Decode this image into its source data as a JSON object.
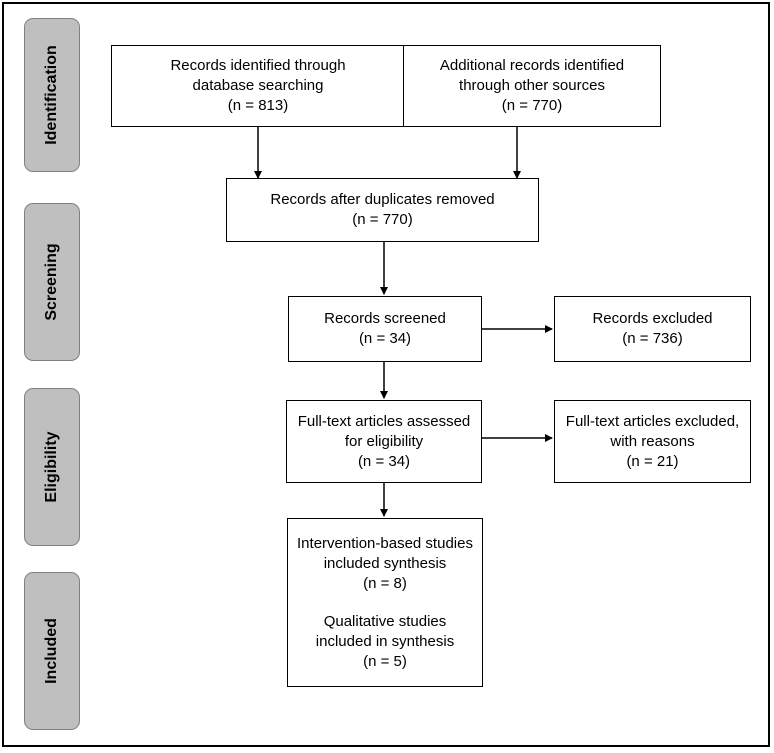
{
  "phases": {
    "identification": "Identification",
    "screening": "Screening",
    "eligibility": "Eligibility",
    "included": "Included"
  },
  "boxes": {
    "db_search": {
      "line1": "Records identified through",
      "line2": "database searching",
      "count": "(n = 813)"
    },
    "other_sources": {
      "line1": "Additional records identified",
      "line2": "through other sources",
      "count": "(n = 770)"
    },
    "duplicates_removed": {
      "line1": "Records after duplicates removed",
      "count": "(n = 770)"
    },
    "screened": {
      "line1": "Records screened",
      "count": "(n = 34)"
    },
    "excluded": {
      "line1": "Records excluded",
      "count": "(n = 736)"
    },
    "fulltext_assessed": {
      "line1": "Full-text articles assessed",
      "line2": "for eligibility",
      "count": "(n = 34)"
    },
    "fulltext_excluded": {
      "line1": "Full-text articles excluded,",
      "line2": "with reasons",
      "count": "(n = 21)"
    },
    "included": {
      "a_line1": "Intervention-based studies",
      "a_line2": "included synthesis",
      "a_count": "(n = 8)",
      "b_line1": "Qualitative studies",
      "b_line2": "included in synthesis",
      "b_count": "(n = 5)"
    }
  }
}
